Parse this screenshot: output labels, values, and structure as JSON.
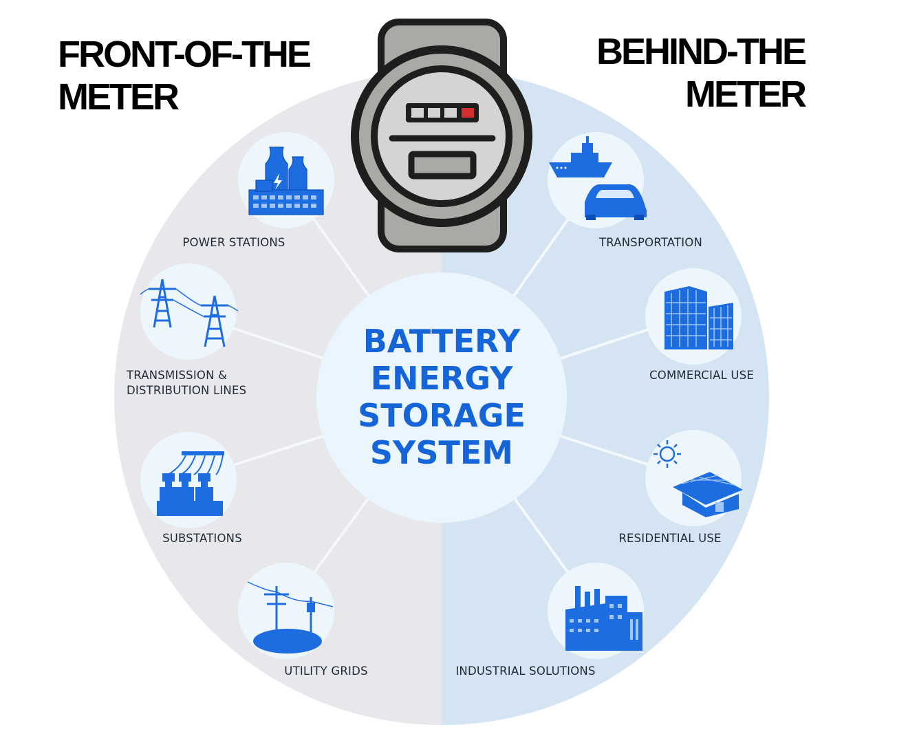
{
  "headings": {
    "front": [
      "FRONT-OF-THE",
      "METER"
    ],
    "behind": [
      "BEHIND-THE",
      "METER"
    ]
  },
  "center": {
    "lines": [
      "BATTERY",
      "ENERGY",
      "STORAGE",
      "SYSTEM"
    ]
  },
  "categories": {
    "front_of_meter": [
      {
        "label_lines": [
          "POWER STATIONS"
        ],
        "icon": "power-station-icon"
      },
      {
        "label_lines": [
          "TRANSMISSION &",
          "DISTRIBUTION LINES"
        ],
        "icon": "transmission-tower-icon"
      },
      {
        "label_lines": [
          "SUBSTATIONS"
        ],
        "icon": "substation-icon"
      },
      {
        "label_lines": [
          "UTILITY GRIDS"
        ],
        "icon": "utility-pole-icon"
      }
    ],
    "behind_meter": [
      {
        "label_lines": [
          "TRANSPORTATION"
        ],
        "icon": "ship-and-car-icon"
      },
      {
        "label_lines": [
          "COMMERCIAL USE"
        ],
        "icon": "office-building-icon"
      },
      {
        "label_lines": [
          "RESIDENTIAL USE"
        ],
        "icon": "solar-house-icon"
      },
      {
        "label_lines": [
          "INDUSTRIAL SOLUTIONS"
        ],
        "icon": "factory-icon"
      }
    ]
  },
  "meter": {
    "icon": "electric-meter-icon"
  },
  "colors": {
    "front_half": "#e8e8ec",
    "behind_half": "#d4e4f2",
    "center_fill": "#eaf5fd",
    "icon_circle": "#eef6fd",
    "accent_blue": "#1565d8",
    "spoke": "#f4f8fc",
    "meter_gray": "#a9a9a5",
    "meter_dark": "#1e1e1e",
    "meter_red": "#d32f2f"
  }
}
